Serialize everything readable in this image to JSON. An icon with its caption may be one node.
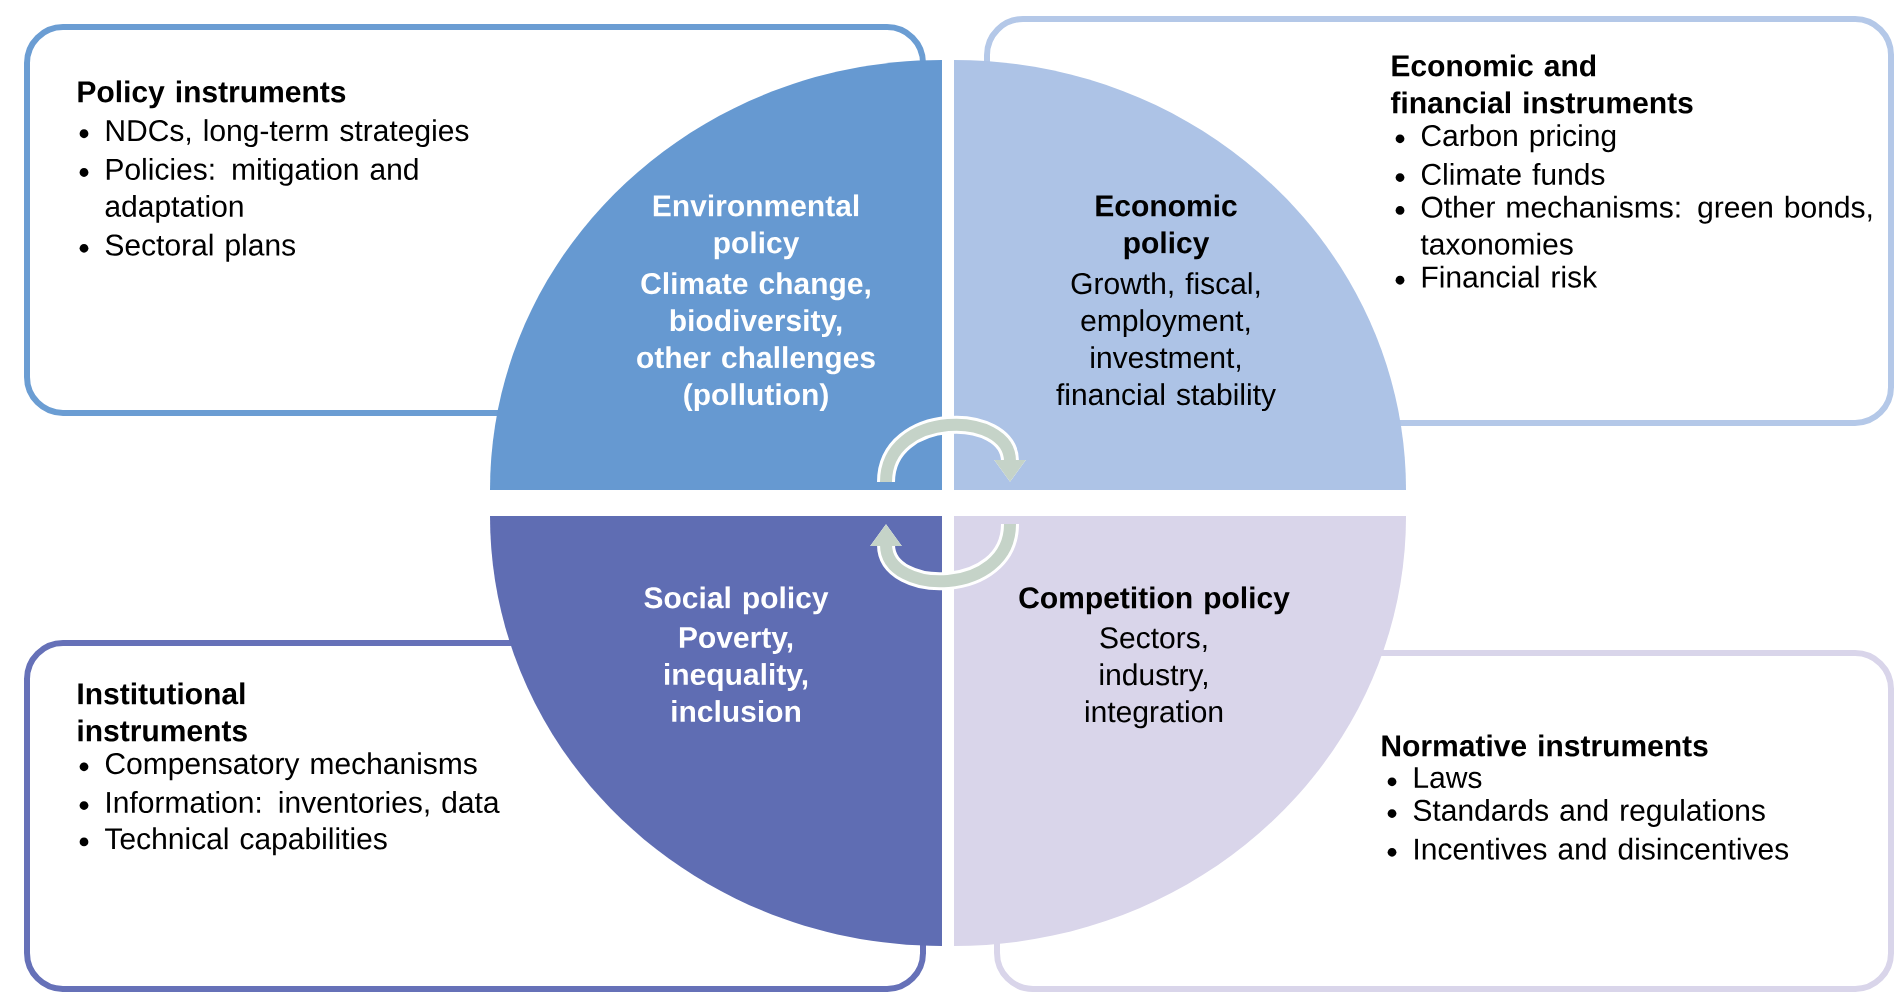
{
  "diagram": {
    "nodes": [
      {
        "text": [
          "Policy instruments",
          "NDCs, long-term strategies",
          "Policies: mitigation and adaptation",
          "Sectoral plans"
        ]
      },
      {
        "text": [
          "Environmental policy",
          "Climate change, biodiversity, other challenges (pollution)"
        ]
      },
      {
        "text": [
          "Economic policy",
          "Growth, fiscal, employment, investment, financial stability"
        ]
      },
      {
        "text": [
          "Economic and financial instruments",
          "Carbon pricing",
          "Climate funds",
          "Other mechanisms: green bonds, taxonomies",
          "Financial risk"
        ]
      },
      {
        "text": [
          "Institutional instruments",
          "Compensatory mechanisms",
          "Information: inventories, data",
          "Technical capabilities"
        ]
      },
      {
        "text": [
          "Social policy",
          "Poverty, inequality, inclusion"
        ]
      },
      {
        "text": [
          "Competition policy",
          "Sectors, industry, integration"
        ]
      },
      {
        "text": [
          "Normative instruments",
          "Laws",
          "Standards and regulations",
          "Incentives and disincentives"
        ]
      }
    ],
    "edges": [
      {
        "from": 1,
        "to": 2,
        "arrow": "to"
      },
      {
        "from": 6,
        "to": 5,
        "arrow": "to"
      }
    ]
  }
}
